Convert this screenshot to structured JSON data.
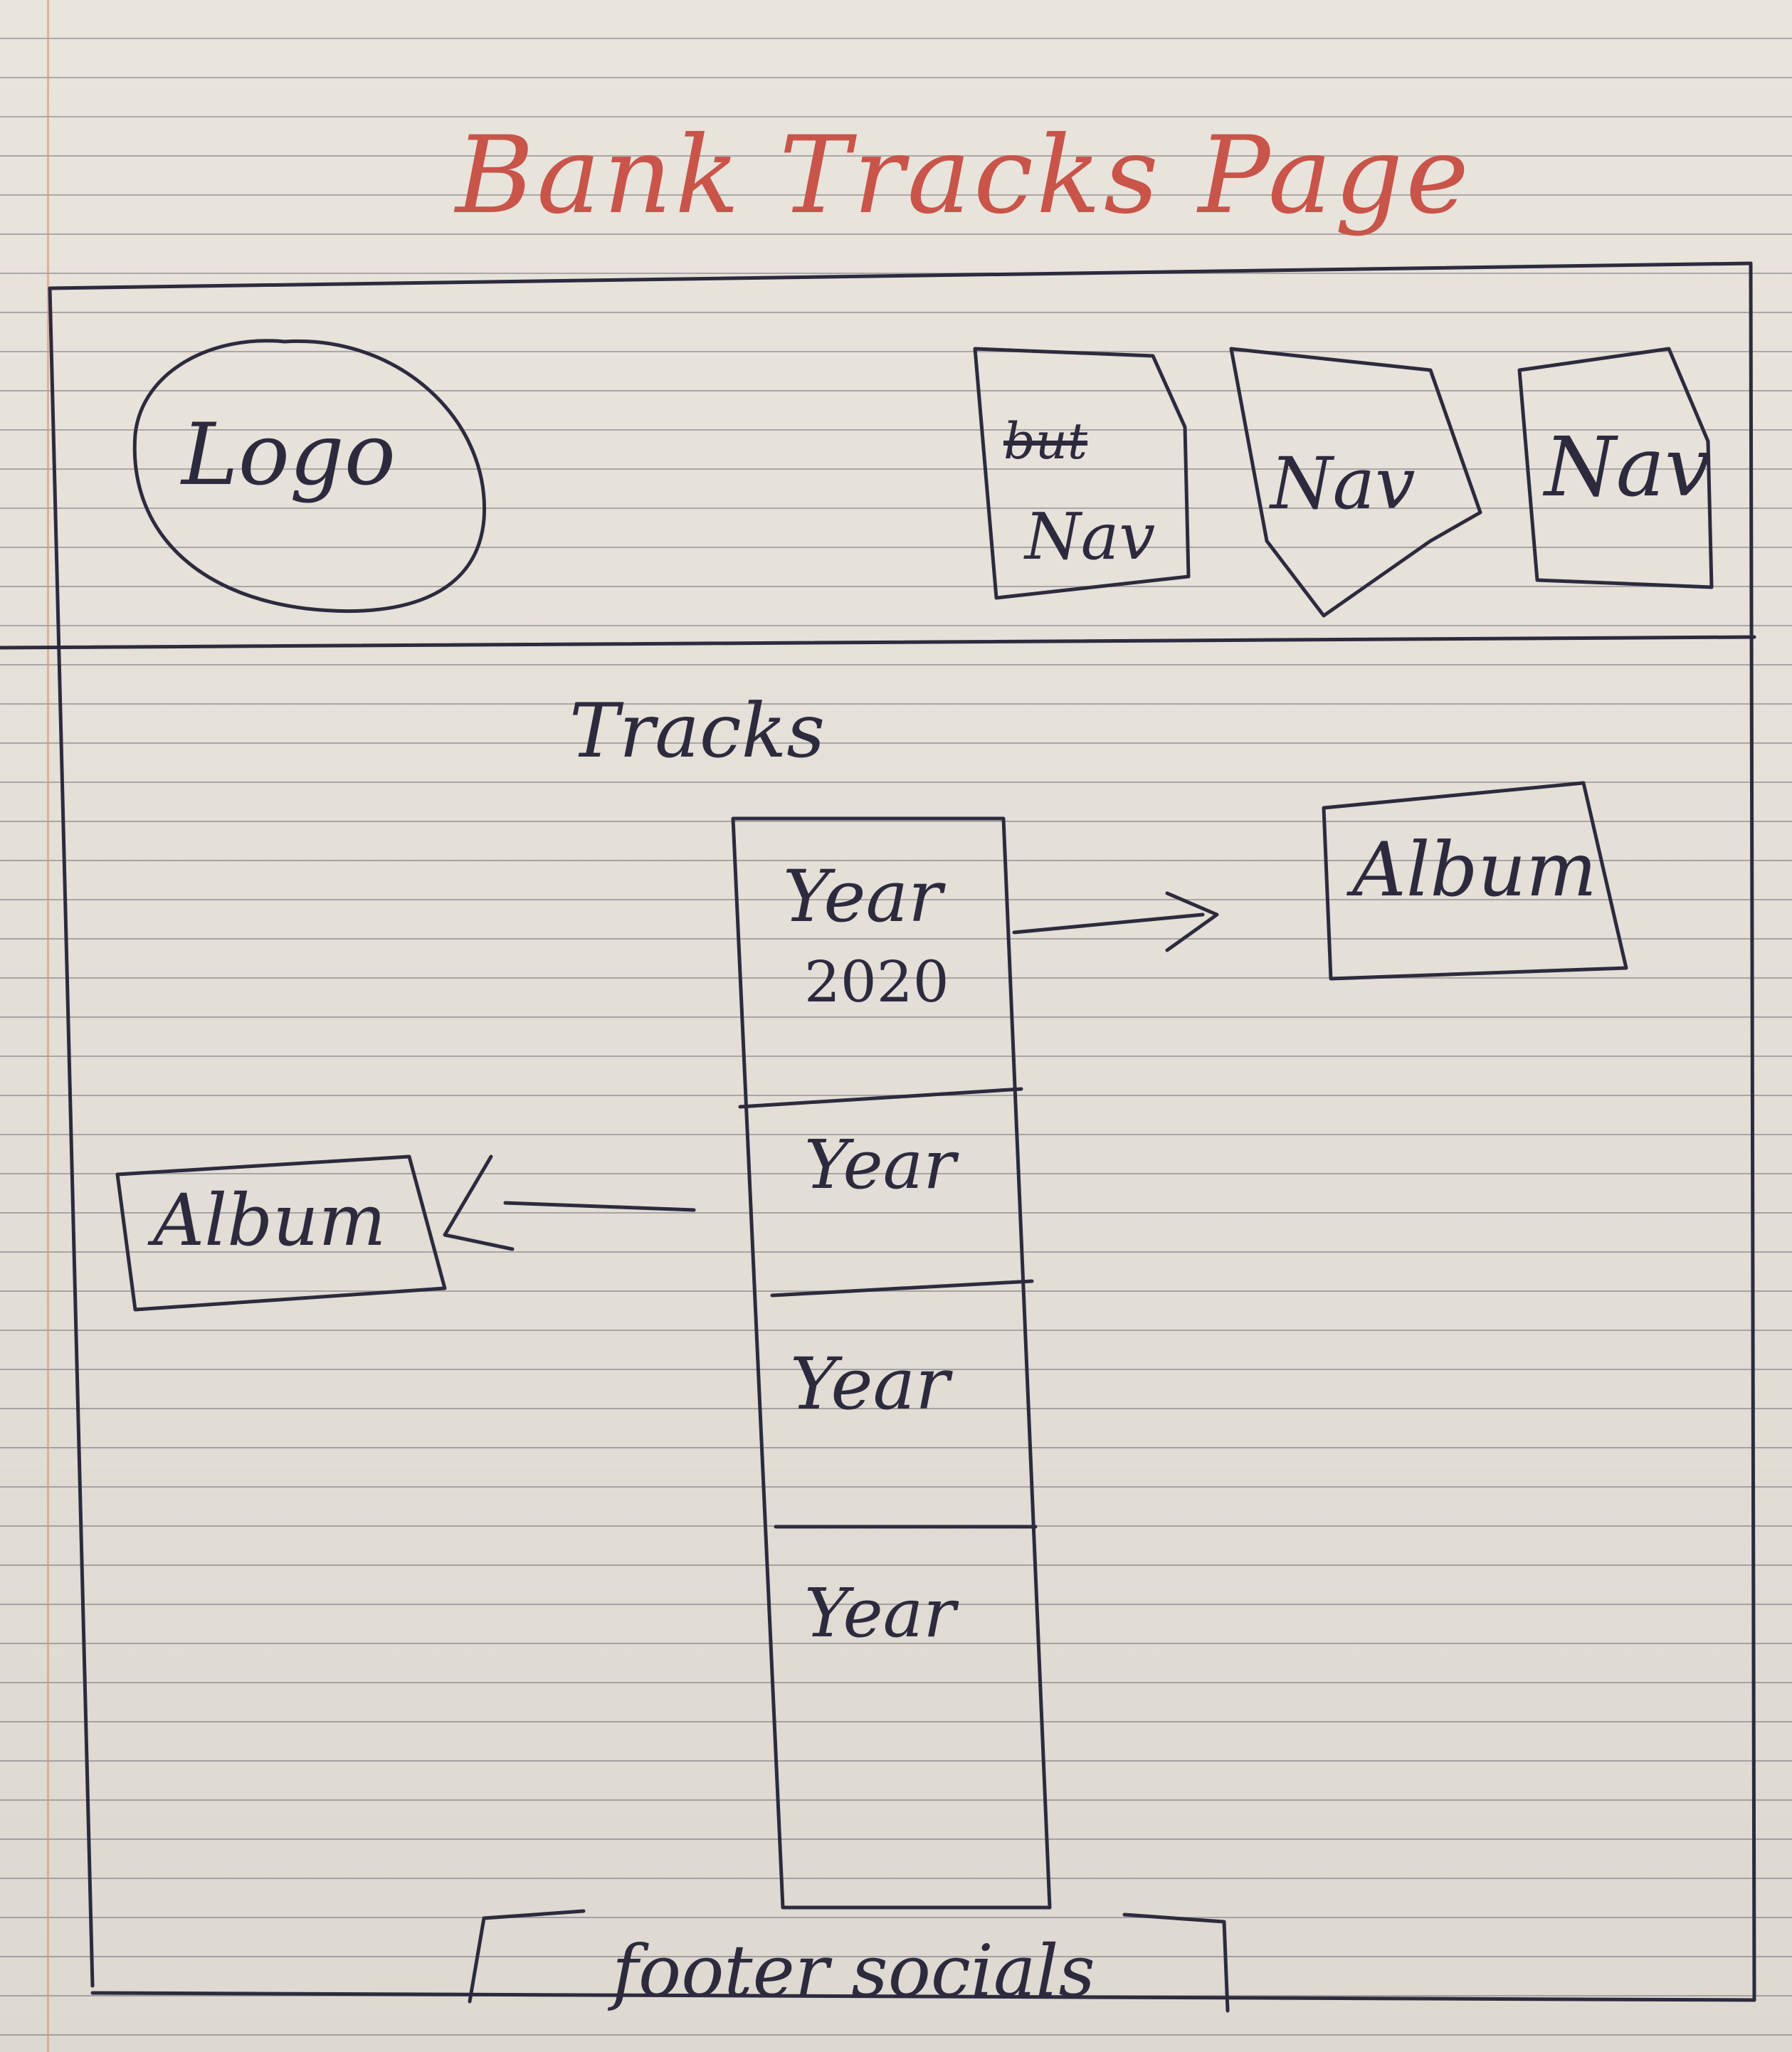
{
  "page_title": "Bank Tracks Page",
  "header": {
    "logo_label": "Logo",
    "nav": [
      {
        "scribble": "but",
        "label": "Nav"
      },
      {
        "label": "Nav"
      },
      {
        "label": "Nav"
      }
    ]
  },
  "main": {
    "section_heading": "Tracks",
    "years": [
      {
        "label": "Year",
        "value": "2020"
      },
      {
        "label": "Year"
      },
      {
        "label": "Year"
      },
      {
        "label": "Year"
      }
    ],
    "albums": [
      {
        "label": "Album"
      },
      {
        "label": "Album"
      }
    ]
  },
  "footer": {
    "label": "footer socials"
  },
  "colors": {
    "ink": "#2e2a3e",
    "title_ink": "#c9544a",
    "paper": "#e9e4dc"
  }
}
